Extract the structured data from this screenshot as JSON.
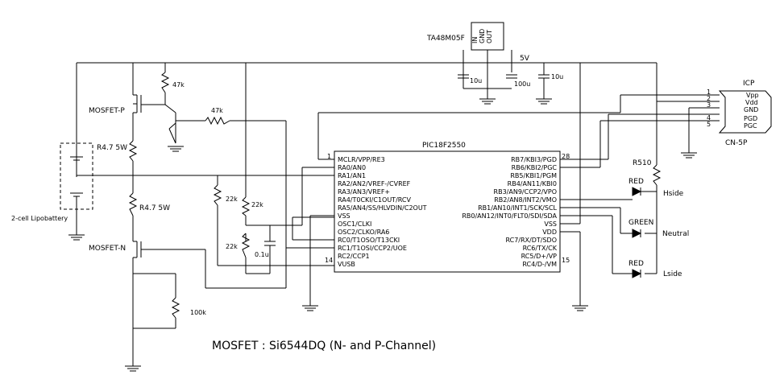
{
  "regulator": {
    "name": "TA48M05F",
    "pins": [
      "IN",
      "GND",
      "OUT"
    ],
    "out_label": "5V"
  },
  "mcu": {
    "name": "PIC18F2550",
    "pin1": "1",
    "pin28": "28",
    "pin14": "14",
    "pin15": "15",
    "left_pins": [
      "MCLR/VPP/RE3",
      "RA0/AN0",
      "RA1/AN1",
      "RA2/AN2/VREF-/CVREF",
      "RA3/AN3/VREF+",
      "RA4/T0CKI/C1OUT/RCV",
      "RA5/AN4/SS/HLVDIN/C2OUT",
      "VSS",
      "OSC1/CLKI",
      "OSC2/CLKO/RA6",
      "RC0/T1OSO/T13CKI",
      "RC1/T1OSI/CCP2/UOE",
      "RC2/CCP1",
      "VUSB"
    ],
    "right_pins": [
      "RB7/KBI3/PGD",
      "RB6/KBI2/PGC",
      "RB5/KBI1/PGM",
      "RB4/AN11/KBI0",
      "RB3/AN9/CCP2/VPO",
      "RB2/AN8/INT2/VMO",
      "RB1/AN10/INT1/SCK/SCL",
      "RB0/AN12/INT0/FLT0/SDI/SDA",
      "VSS",
      "VDD",
      "RC7/RX/DT/SDO",
      "RC6/TX/CK",
      "RC5/D+/VP",
      "RC4/D-/VM"
    ]
  },
  "icp": {
    "title": "ICP",
    "connector": "CN-5P",
    "numbers": [
      "1",
      "2",
      "3",
      "4",
      "5"
    ],
    "signals": [
      "Vpp",
      "Vdd",
      "GND",
      "PGD",
      "PGC"
    ]
  },
  "components": {
    "mosfet_p": "MOSFET-P",
    "mosfet_n": "MOSFET-N",
    "r_47k_a": "47k",
    "r_47k_b": "47k",
    "r_top": "R4.7 5W",
    "r_bottom": "R4.7 5W",
    "r_22k_a": "22k",
    "r_22k_b": "22k",
    "r_22k_c": "22k",
    "c_01u": "0.1u",
    "r_100k": "100k",
    "battery": "2-cell Lipobattery",
    "c_10u_a": "10u",
    "c_100u": "100u",
    "c_10u_b": "10u",
    "r510": "R510"
  },
  "leds": [
    {
      "color": "RED",
      "label": "Hside"
    },
    {
      "color": "GREEN",
      "label": "Neutral"
    },
    {
      "color": "RED",
      "label": "Lside"
    }
  ],
  "caption": "MOSFET : Si6544DQ (N- and P-Channel)"
}
